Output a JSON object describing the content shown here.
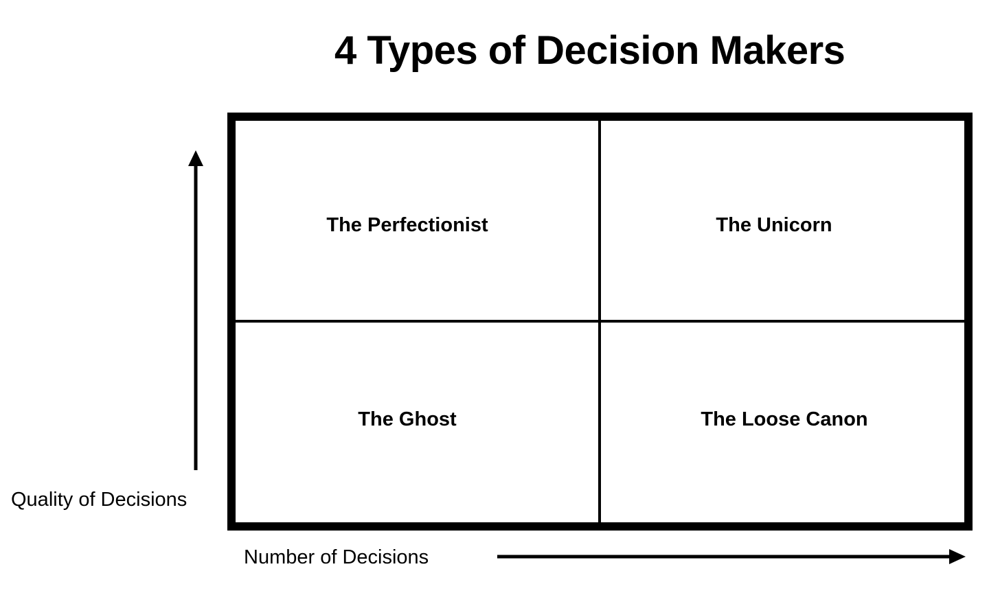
{
  "title": "4 Types of Decision Makers",
  "axes": {
    "y_label": "Quality of Decisions",
    "x_label": "Number of Decisions"
  },
  "quadrants": {
    "top_left": "The Perfectionist",
    "top_right": "The Unicorn",
    "bottom_left": "The Ghost",
    "bottom_right": "The Loose Canon"
  }
}
